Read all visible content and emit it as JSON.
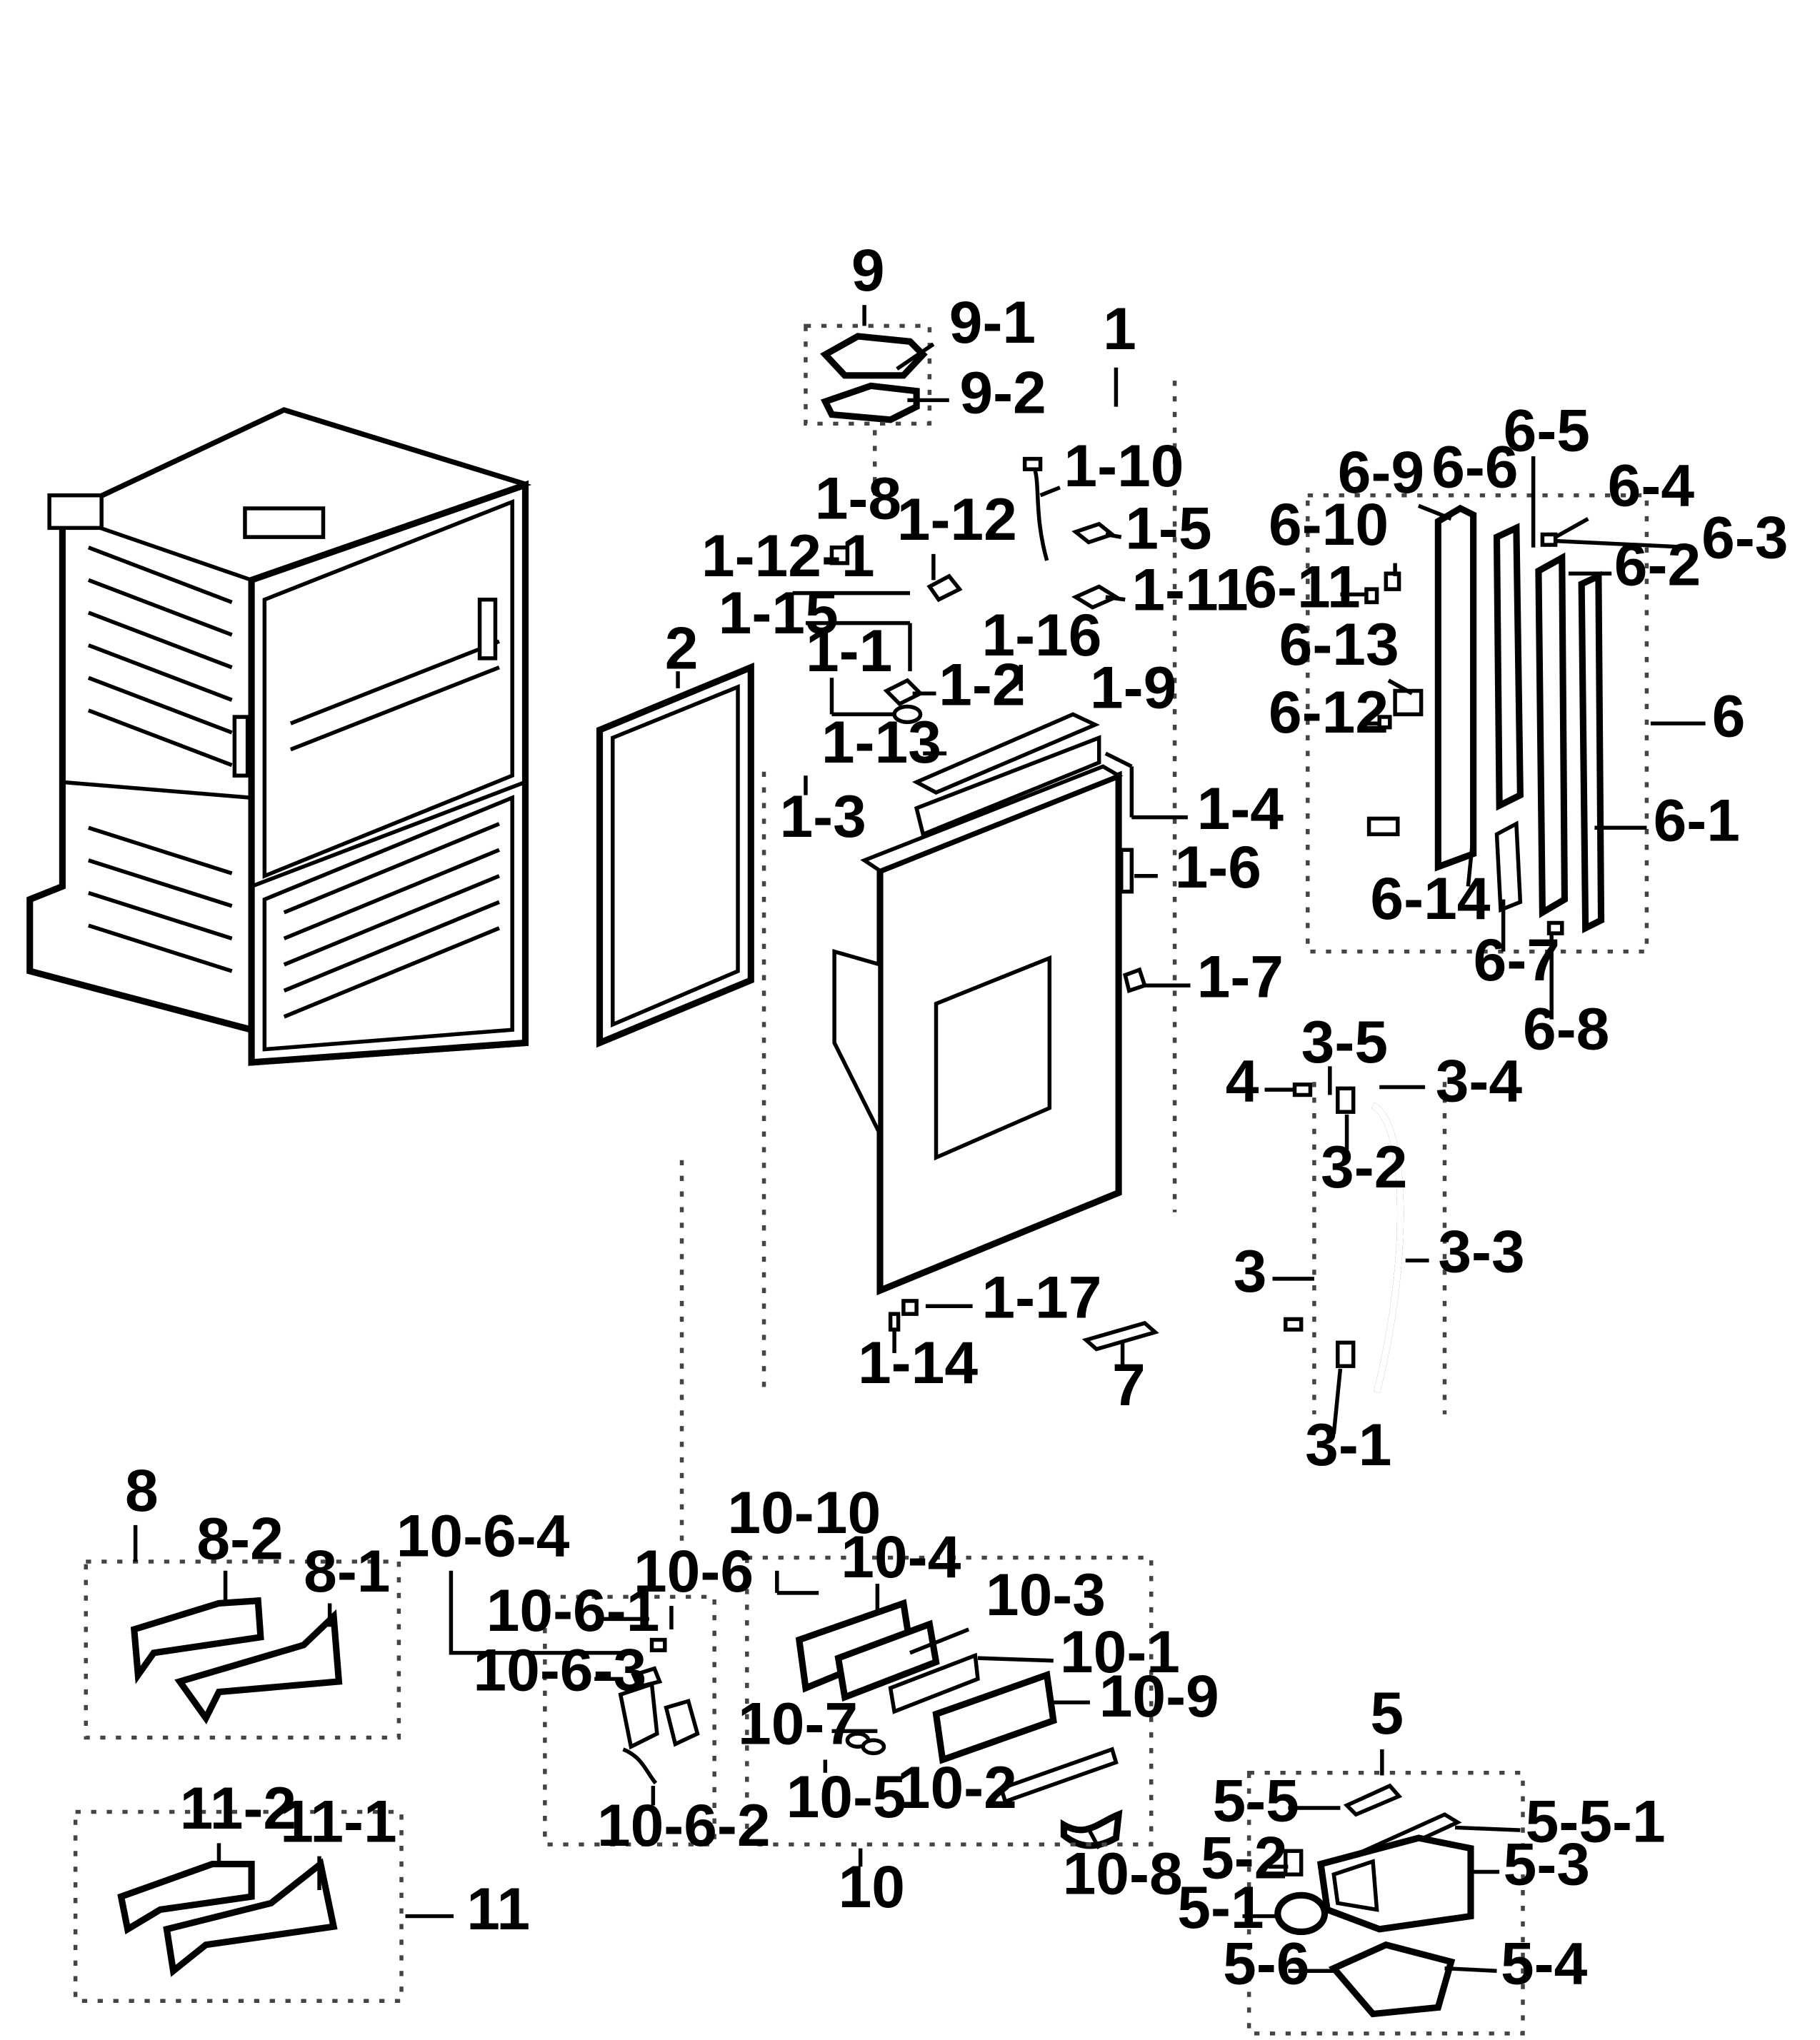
{
  "labels": {
    "l9": "9",
    "l9_1": "9-1",
    "l9_2": "9-2",
    "l1": "1",
    "l1_10": "1-10",
    "l1_5": "1-5",
    "l1_11": "1-11",
    "l1_8": "1-8",
    "l1_12": "1-12",
    "l1_12_1": "1-12-1",
    "l1_15": "1-15",
    "l1_16": "1-16",
    "l1_1": "1-1",
    "l1_2": "1-2",
    "l1_9": "1-9",
    "l1_13": "1-13",
    "l1_3": "1-3",
    "l1_4": "1-4",
    "l1_6": "1-6",
    "l1_7": "1-7",
    "l1_17": "1-17",
    "l1_14": "1-14",
    "l2": "2",
    "l7": "7",
    "l6_5": "6-5",
    "l6_9": "6-9",
    "l6_6": "6-6",
    "l6_4": "6-4",
    "l6_3": "6-3",
    "l6_10": "6-10",
    "l6_11": "6-11",
    "l6_2": "6-2",
    "l6_13": "6-13",
    "l6_12": "6-12",
    "l6": "6",
    "l6_1": "6-1",
    "l6_14": "6-14",
    "l6_7": "6-7",
    "l6_8": "6-8",
    "l3_5": "3-5",
    "l4": "4",
    "l3_4": "3-4",
    "l3_2": "3-2",
    "l3": "3",
    "l3_3": "3-3",
    "l3_1": "3-1",
    "l8": "8",
    "l8_2": "8-2",
    "l8_1": "8-1",
    "l11_2": "11-2",
    "l11_1": "11-1",
    "l11": "11",
    "l10_6_4": "10-6-4",
    "l10_6": "10-6",
    "l10_6_1": "10-6-1",
    "l10_6_3": "10-6-3",
    "l10_6_2": "10-6-2",
    "l10_10": "10-10",
    "l10_4": "10-4",
    "l10_3": "10-3",
    "l10_1": "10-1",
    "l10_9": "10-9",
    "l10_7": "10-7",
    "l10_5": "10-5",
    "l10_2": "10-2",
    "l10": "10",
    "l10_8": "10-8",
    "l5": "5",
    "l5_5": "5-5",
    "l5_5_1": "5-5-1",
    "l5_2": "5-2",
    "l5_3": "5-3",
    "l5_1": "5-1",
    "l5_6": "5-6",
    "l5_4": "5-4"
  }
}
